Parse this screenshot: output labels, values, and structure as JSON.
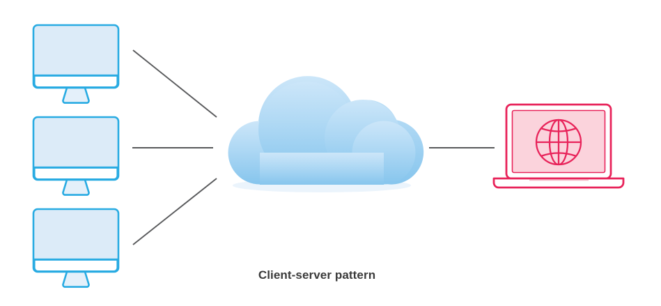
{
  "diagram": {
    "caption": "Client-server pattern",
    "type": "architecture-pattern-illustration",
    "colors": {
      "client_outline": "#29abe2",
      "client_screen_fill": "#dcebf8",
      "client_bezel_fill": "#ffffff",
      "cloud_gradient_top": "#c3e1f7",
      "cloud_gradient_bottom": "#8cc8ee",
      "server_outline": "#e8235a",
      "server_screen_fill": "#fbd3dc",
      "server_base_fill": "#ffffff",
      "connector_line": "#58595b",
      "caption_text": "#3a3a3a",
      "background": "#ffffff"
    },
    "clients": [
      {
        "label": "client-monitor-top"
      },
      {
        "label": "client-monitor-middle"
      },
      {
        "label": "client-monitor-bottom"
      }
    ],
    "cloud": {
      "label": "network-cloud"
    },
    "server": {
      "label": "server-laptop",
      "screen_icon": "globe-icon"
    },
    "connectors": [
      {
        "label": "connector-client-top-to-cloud",
        "kind": "diagonal"
      },
      {
        "label": "connector-client-middle-to-cloud",
        "kind": "horizontal"
      },
      {
        "label": "connector-client-bottom-to-cloud",
        "kind": "diagonal"
      },
      {
        "label": "connector-cloud-to-server",
        "kind": "horizontal"
      }
    ]
  }
}
